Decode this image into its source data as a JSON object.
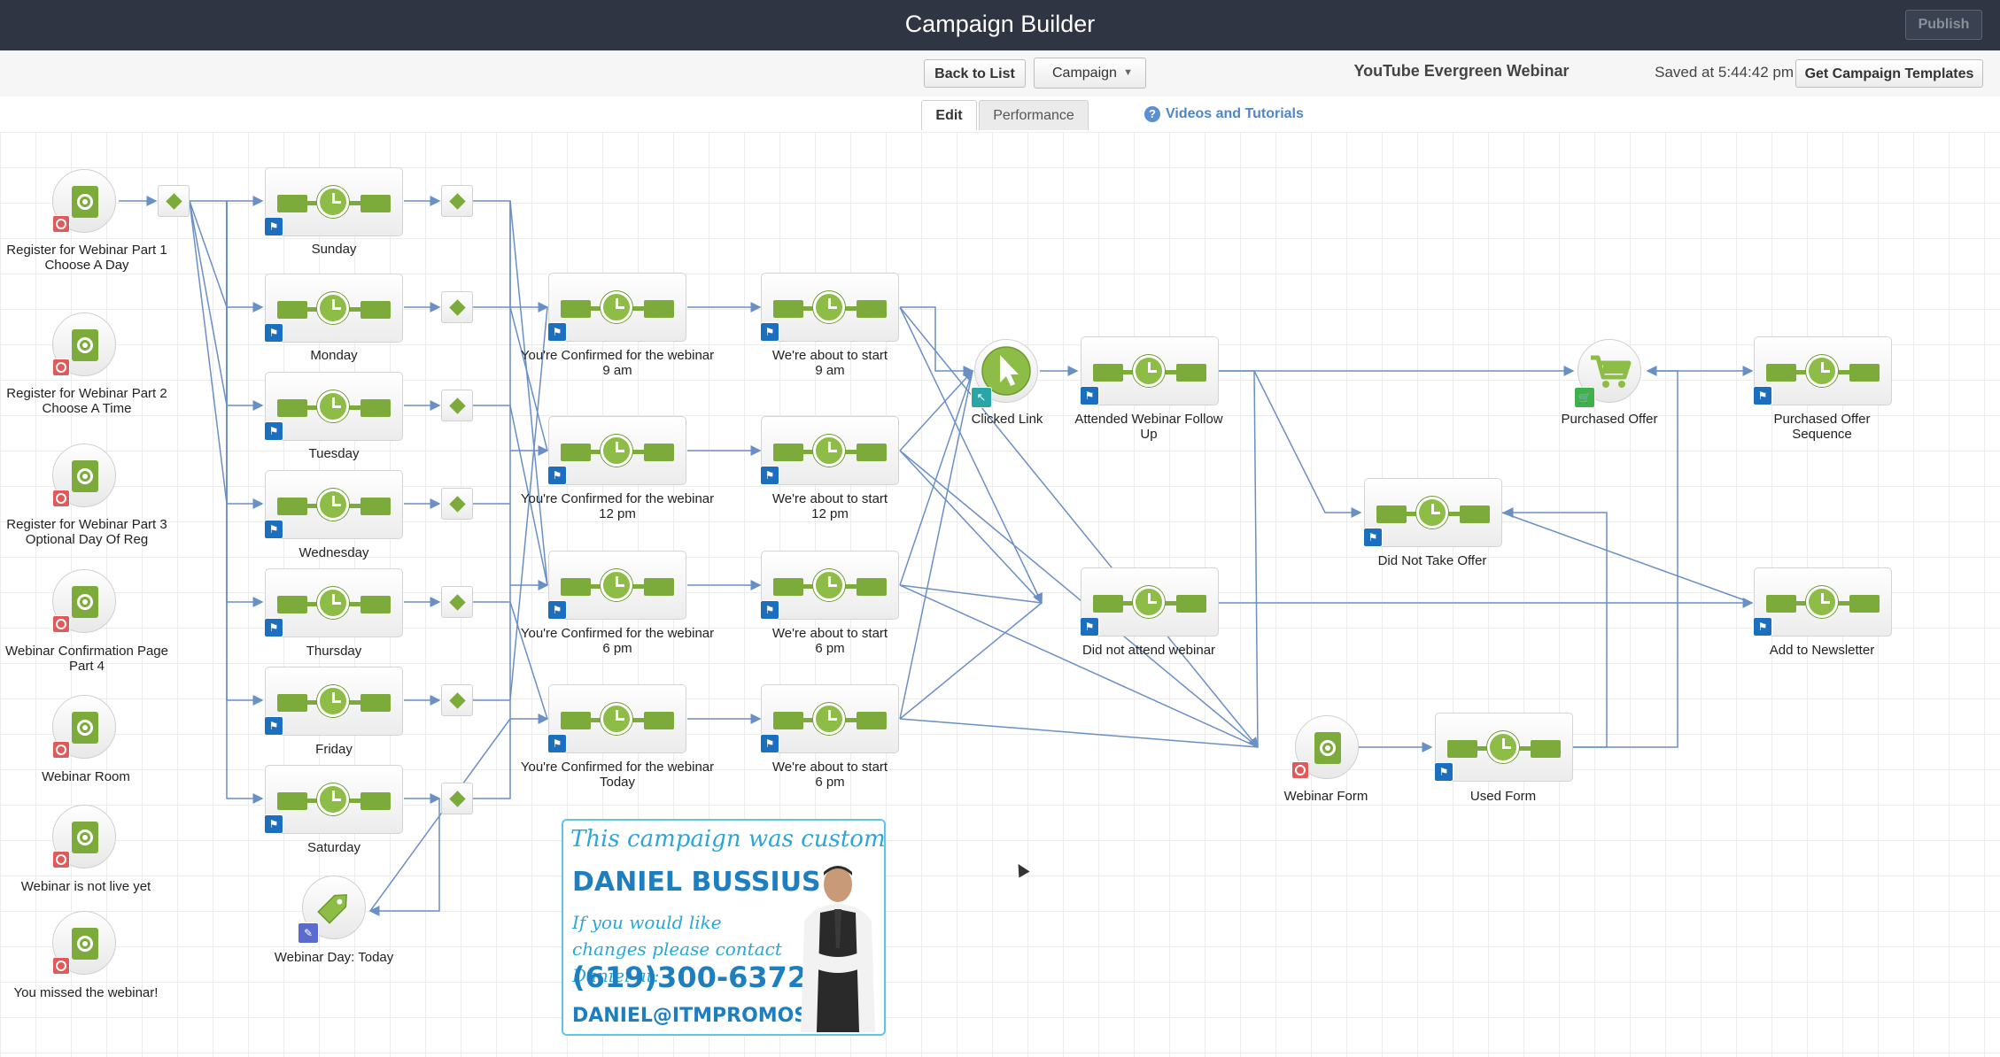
{
  "header": {
    "title": "Campaign Builder",
    "publish_label": "Publish"
  },
  "toolbar": {
    "back_label": "Back to List",
    "campaign_dropdown": "Campaign",
    "campaign_name": "YouTube Evergreen Webinar",
    "saved_status": "Saved at 5:44:42 pm",
    "templates_label": "Get Campaign Templates"
  },
  "tabs": {
    "edit": "Edit",
    "performance": "Performance",
    "tutorials": "Videos and Tutorials"
  },
  "goals": [
    {
      "label": "Register for Webinar Part 1 Choose A Day"
    },
    {
      "label": "Register for Webinar Part 2 Choose A Time"
    },
    {
      "label": "Register for Webinar Part 3 Optional Day Of Reg"
    },
    {
      "label": "Webinar Confirmation Page Part 4"
    },
    {
      "label": "Webinar Room"
    },
    {
      "label": "Webinar is not live yet"
    },
    {
      "label": "You missed the webinar!"
    }
  ],
  "days": [
    "Sunday",
    "Monday",
    "Tuesday",
    "Wednesday",
    "Thursday",
    "Friday",
    "Saturday"
  ],
  "tag_goal": "Webinar Day: Today",
  "confirmed": [
    {
      "title": "You're Confirmed for the webinar",
      "time": "9 am"
    },
    {
      "title": "You're Confirmed for the webinar",
      "time": "12 pm"
    },
    {
      "title": "You're Confirmed for the webinar",
      "time": "6 pm"
    },
    {
      "title": "You're Confirmed for the webinar",
      "time": "Today"
    }
  ],
  "about_to_start": [
    {
      "title": "We're about to start",
      "time": "9 am"
    },
    {
      "title": "We're about to start",
      "time": "12 pm"
    },
    {
      "title": "We're about to start",
      "time": "6 pm"
    },
    {
      "title": "We're about to start",
      "time": "6 pm"
    }
  ],
  "nodes": {
    "clicked_link": "Clicked Link",
    "attended": "Attended Webinar Follow Up",
    "did_not_attend": "Did not attend webinar",
    "did_not_take": "Did Not Take Offer",
    "purchased_offer": "Purchased Offer",
    "purchased_sequence": "Purchased Offer Sequence",
    "add_newsletter": "Add to Newsletter",
    "webinar_form": "Webinar Form",
    "used_form": "Used Form"
  },
  "promo": {
    "heading": "This campaign was custom built by:",
    "name": "DANIEL BUSSIUS",
    "message": "If you would like changes please contact Daniel at:",
    "phone": "(619)300-6372",
    "email": "DANIEL@ITMPROMOS.COM"
  },
  "colors": {
    "topbar": "#2f3542",
    "accent_green": "#7cab3b",
    "flag_blue": "#1c6fbf",
    "connector": "#6a8fc7",
    "goal_red": "#e05a5a"
  }
}
